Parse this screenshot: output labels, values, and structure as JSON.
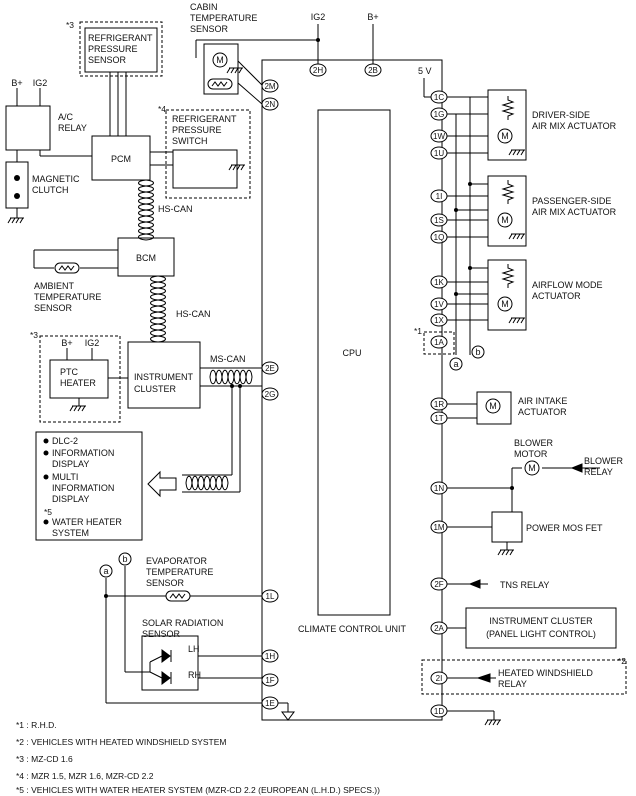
{
  "unit": {
    "title": "CLIMATE CONTROL UNIT",
    "cpu": "CPU"
  },
  "supply": {
    "ig2": "IG2",
    "bplus": "B+",
    "five_v": "5 V"
  },
  "pins": {
    "p2H": "2H",
    "p2B": "2B",
    "p2M": "2M",
    "p2N": "2N",
    "p2E": "2E",
    "p2G": "2G",
    "p1L": "1L",
    "p1H": "1H",
    "p1F": "1F",
    "p1E": "1E",
    "p1C": "1C",
    "p1G": "1G",
    "p1W": "1W",
    "p1U": "1U",
    "p1I": "1I",
    "p1S": "1S",
    "p1Q": "1Q",
    "p1K": "1K",
    "p1V": "1V",
    "p1X": "1X",
    "p1A": "1A",
    "p1R": "1R",
    "p1T": "1T",
    "p1N": "1N",
    "p1M": "1M",
    "p2F": "2F",
    "p2A": "2A",
    "p2I": "2I",
    "p1D": "1D"
  },
  "labels": {
    "cabin_sensor": [
      "CABIN",
      "TEMPERATURE",
      "SENSOR"
    ],
    "refrig_sensor": [
      "REFRIGERANT",
      "PRESSURE",
      "SENSOR"
    ],
    "refrig_switch": [
      "REFRIGERANT",
      "PRESSURE",
      "SWITCH"
    ],
    "ac_relay": [
      "A/C",
      "RELAY"
    ],
    "magnetic_clutch": [
      "MAGNETIC",
      "CLUTCH"
    ],
    "pcm": "PCM",
    "hs_can_1": "HS-CAN",
    "bcm": "BCM",
    "ambient_sensor": [
      "AMBIENT",
      "TEMPERATURE",
      "SENSOR"
    ],
    "hs_can_2": "HS-CAN",
    "ms_can": "MS-CAN",
    "ptc_heater": [
      "PTC",
      "HEATER"
    ],
    "instrument_cluster": [
      "INSTRUMENT",
      "CLUSTER"
    ],
    "dlc2": "DLC-2",
    "info_display": [
      "INFORMATION",
      "DISPLAY"
    ],
    "multi_display": [
      "MULTI",
      "INFORMATION",
      "DISPLAY"
    ],
    "water_heater": [
      "WATER HEATER",
      "SYSTEM"
    ],
    "evap_sensor": [
      "EVAPORATOR",
      "TEMPERATURE",
      "SENSOR"
    ],
    "solar_sensor": [
      "SOLAR RADIATION",
      "SENSOR"
    ],
    "lh": "LH",
    "rh": "RH",
    "driver_actuator": [
      "DRIVER-SIDE",
      "AIR MIX ACTUATOR"
    ],
    "passenger_actuator": [
      "PASSENGER-SIDE",
      "AIR MIX ACTUATOR"
    ],
    "airflow_actuator": [
      "AIRFLOW MODE",
      "ACTUATOR"
    ],
    "air_intake_actuator": [
      "AIR INTAKE",
      "ACTUATOR"
    ],
    "blower_motor": [
      "BLOWER",
      "MOTOR"
    ],
    "blower_relay": [
      "BLOWER",
      "RELAY"
    ],
    "power_mos_fet": "POWER MOS FET",
    "tns_relay": "TNS RELAY",
    "instrument_cluster_panel": [
      "INSTRUMENT CLUSTER",
      "(PANEL LIGHT CONTROL)"
    ],
    "heated_windshield_relay": [
      "HEATED WINDSHIELD",
      "RELAY"
    ],
    "motor_m": "M",
    "conn_a": "a",
    "conn_b": "b"
  },
  "marks": {
    "m1": "*1",
    "m2": "*2",
    "m3": "*3",
    "m4": "*4",
    "m5": "*5"
  },
  "footnotes": [
    "*1 : R.H.D.",
    "*2 : VEHICLES WITH HEATED WINDSHIELD SYSTEM",
    "*3 : MZ-CD 1.6",
    "*4 : MZR 1.5, MZR 1.6, MZR-CD 2.2",
    "*5 : VEHICLES WITH WATER HEATER SYSTEM (MZR-CD 2.2 (EUROPEAN (L.H.D.) SPECS.))"
  ]
}
